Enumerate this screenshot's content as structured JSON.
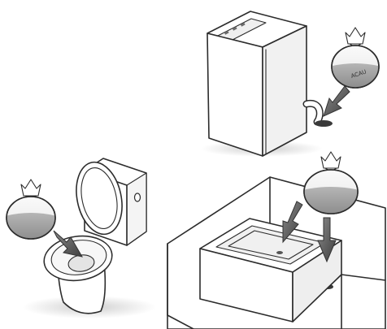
{
  "illustration": {
    "panels": [
      {
        "id": "washing-machine",
        "bag_label": "ACAU"
      },
      {
        "id": "toilet"
      },
      {
        "id": "bathtub"
      }
    ]
  },
  "colors": {
    "line": "#2c2c2c",
    "fixture_fill": "#ffffff",
    "shadow": "#d9d9d9",
    "bag_liquid": "#9a9a9a",
    "arrow": "#555555"
  }
}
